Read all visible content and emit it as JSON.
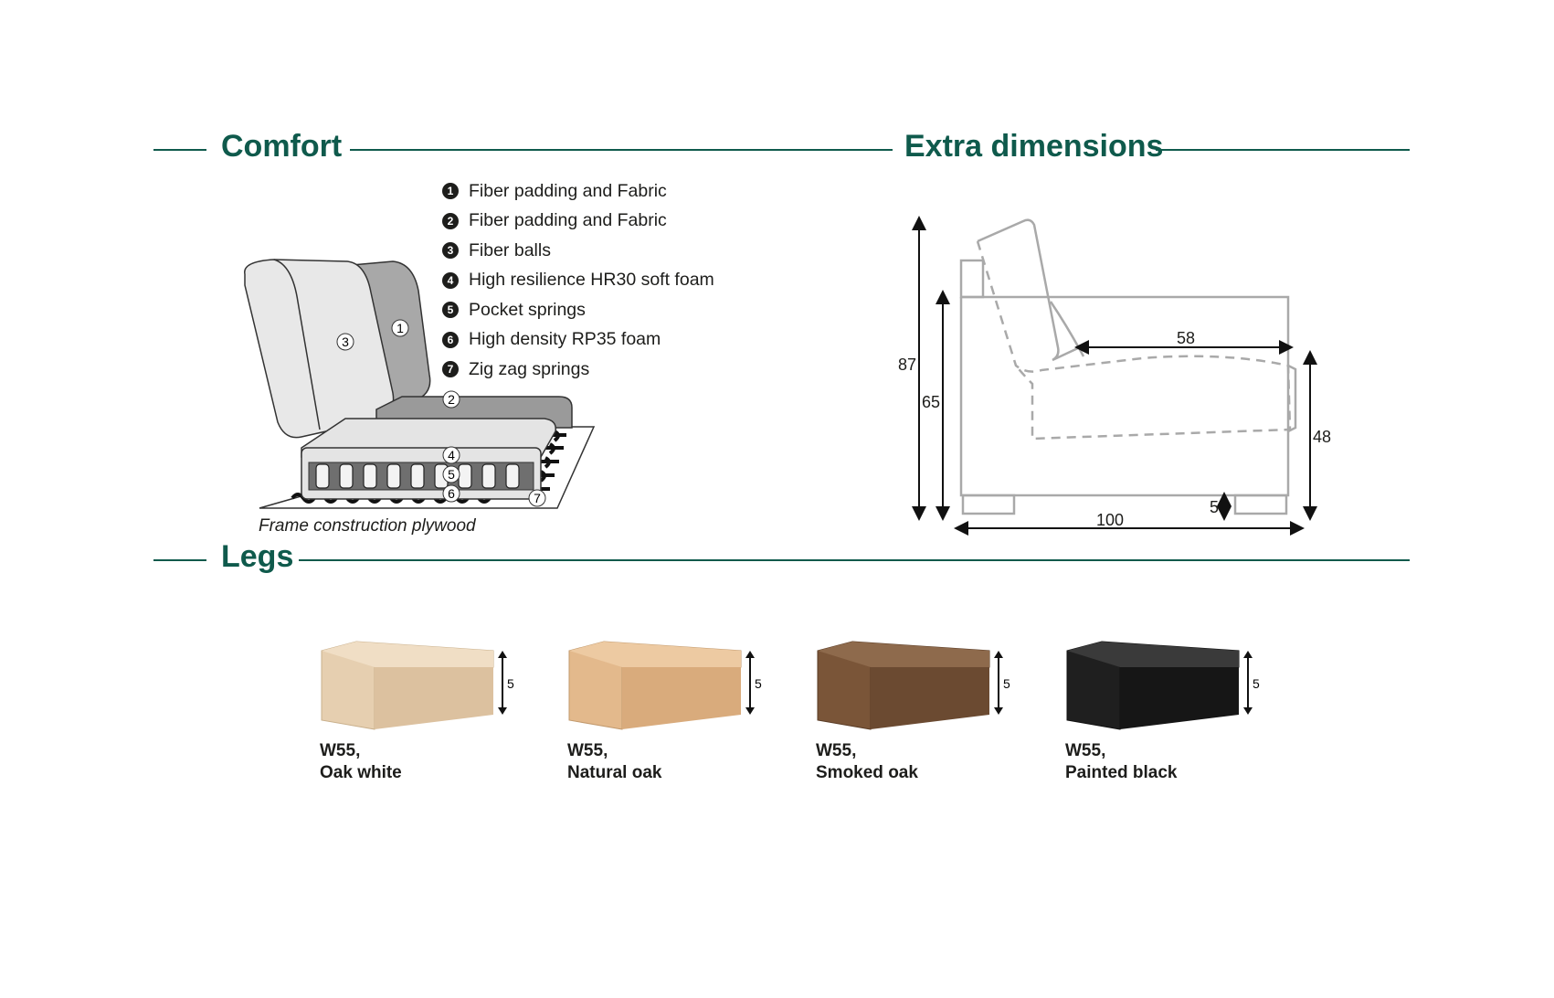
{
  "sections": {
    "comfort": "Comfort",
    "extra_dimensions": "Extra dimensions",
    "legs": "Legs"
  },
  "comfort": {
    "legend": [
      {
        "num": "1",
        "label": "Fiber padding and Fabric"
      },
      {
        "num": "2",
        "label": "Fiber padding and Fabric"
      },
      {
        "num": "3",
        "label": "Fiber balls"
      },
      {
        "num": "4",
        "label": "High resilience HR30 soft foam"
      },
      {
        "num": "5",
        "label": "Pocket springs"
      },
      {
        "num": "6",
        "label": "High density RP35 foam"
      },
      {
        "num": "7",
        "label": "Zig zag springs"
      }
    ],
    "diagram_markers": [
      "1",
      "2",
      "3",
      "4",
      "5",
      "6",
      "7"
    ],
    "caption": "Frame construction plywood"
  },
  "dimensions": {
    "total_height": "87",
    "armrest_height": "65",
    "seat_depth": "58",
    "seat_height": "48",
    "width": "100",
    "leg_height": "5"
  },
  "legs": [
    {
      "model": "W55,",
      "finish": "Oak white",
      "height": "5",
      "color": "#e6cfb0"
    },
    {
      "model": "W55,",
      "finish": "Natural oak",
      "height": "5",
      "color": "#e3b98c"
    },
    {
      "model": "W55,",
      "finish": "Smoked oak",
      "height": "5",
      "color": "#7a5538"
    },
    {
      "model": "W55,",
      "finish": "Painted black",
      "height": "5",
      "color": "#1f1f1f"
    }
  ],
  "colors": {
    "accent": "#0f5a4c",
    "outline": "#a9a9a9"
  }
}
